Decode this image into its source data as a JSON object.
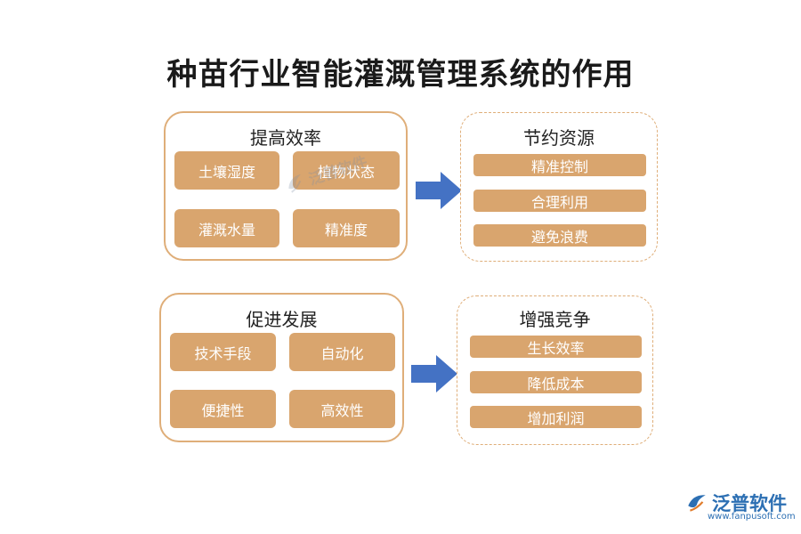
{
  "title": "种苗行业智能灌溉管理系统的作用",
  "colors": {
    "panel_border": "#dfae79",
    "chip_fill": "#d9a56e",
    "arrow": "#4472c4",
    "brand": "#2c6fb3"
  },
  "efficiency": {
    "title": "提高效率",
    "items": [
      "土壤湿度",
      "植物状态",
      "灌溉水量",
      "精准度"
    ]
  },
  "saving": {
    "title": "节约资源",
    "items": [
      "精准控制",
      "合理利用",
      "避免浪费"
    ]
  },
  "development": {
    "title": "促进发展",
    "items": [
      "技术手段",
      "自动化",
      "便捷性",
      "高效性"
    ]
  },
  "competition": {
    "title": "增强竞争",
    "items": [
      "生长效率",
      "降低成本",
      "增加利润"
    ]
  },
  "watermark": {
    "text": "泛普软件",
    "icon": "fanpu-logo-icon"
  },
  "brand": {
    "name": "泛普软件",
    "url": "www.fanpusoft.com",
    "icon": "fanpu-logo-icon"
  }
}
